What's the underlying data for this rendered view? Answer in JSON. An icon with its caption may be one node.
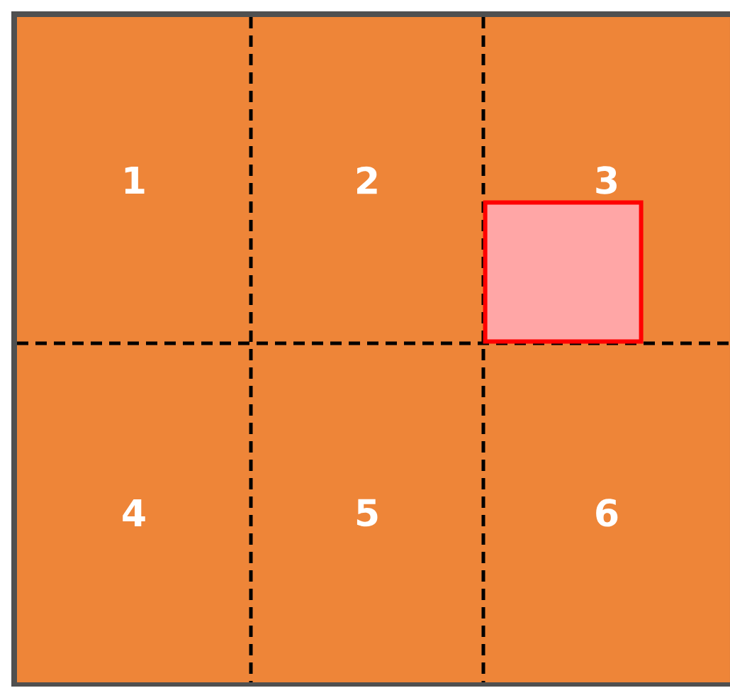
{
  "diagram": {
    "nodes": [
      {
        "text": [
          "1"
        ]
      },
      {
        "text": [
          "2"
        ]
      },
      {
        "text": [
          "3"
        ]
      },
      {
        "text": [
          "4"
        ]
      },
      {
        "text": [
          "5"
        ]
      },
      {
        "text": [
          "6"
        ]
      },
      {
        "text": [],
        "shape": "box",
        "in": 2
      }
    ]
  }
}
